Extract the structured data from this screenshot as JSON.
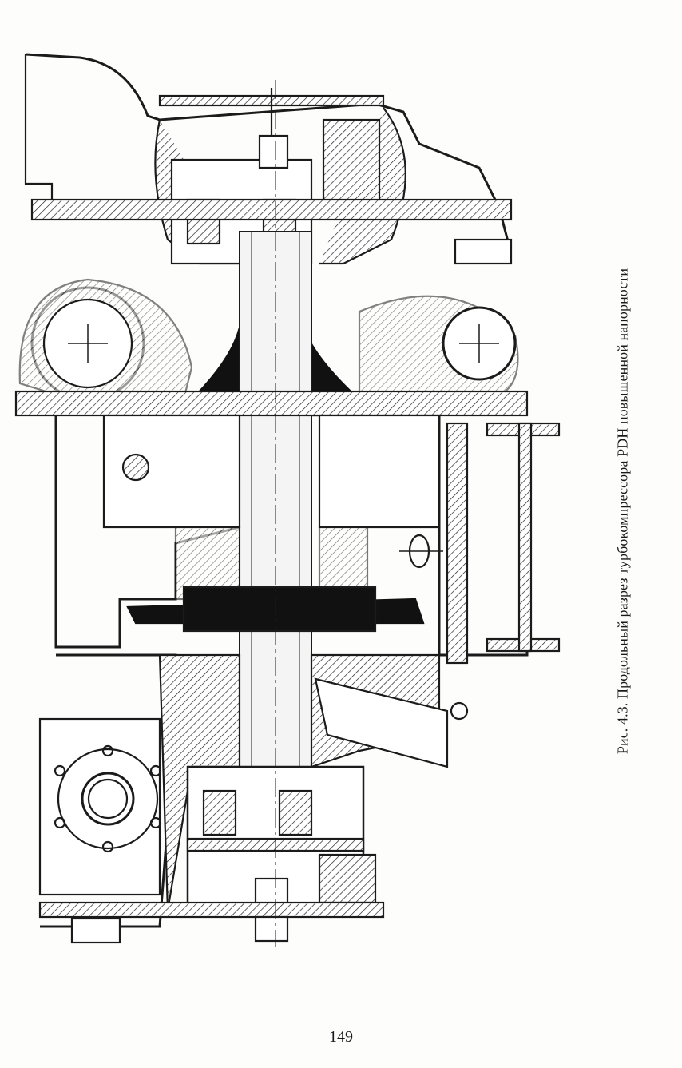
{
  "figure": {
    "caption": "Рис. 4.3. Продольный разрез турбокомпрессора PDH повышенной напорности",
    "drawing_icon": "turbocharger-cross-section-drawing"
  },
  "page": {
    "number": "149"
  }
}
